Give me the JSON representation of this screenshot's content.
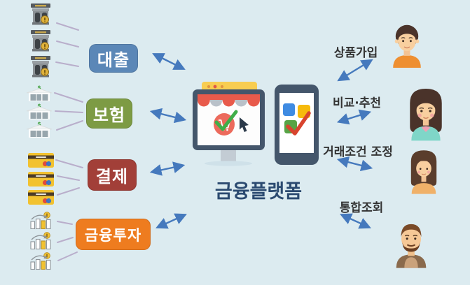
{
  "diagram": {
    "background_color": "#dcebf0",
    "arrow_color": "#4579bd",
    "connector_line_color": "#b9aecb",
    "left_groups": [
      {
        "label": "대출",
        "box_color": "#5b87b7",
        "icon": "bank-icon",
        "icon_count": 3
      },
      {
        "label": "보험",
        "box_color": "#7d9b44",
        "icon": "insurance-building-icon",
        "icon_count": 3
      },
      {
        "label": "결제",
        "box_color": "#a23f38",
        "icon": "credit-card-icon",
        "icon_count": 3
      },
      {
        "label": "금융투자",
        "box_color": "#ee7c1f",
        "icon": "investment-chart-icon",
        "icon_count": 3
      }
    ],
    "center": {
      "label": "금융플랫폼",
      "label_color": "#2b4a70",
      "icons": [
        "shop-monitor-icon",
        "smartphone-icon"
      ]
    },
    "right_functions": [
      {
        "label": "상품가입",
        "avatar": "young-man-avatar"
      },
      {
        "label": "비교·추천",
        "avatar": "young-woman-avatar"
      },
      {
        "label": "거래조건 조정",
        "avatar": "adult-woman-avatar"
      },
      {
        "label": "통합조회",
        "avatar": "bearded-man-avatar"
      }
    ]
  }
}
